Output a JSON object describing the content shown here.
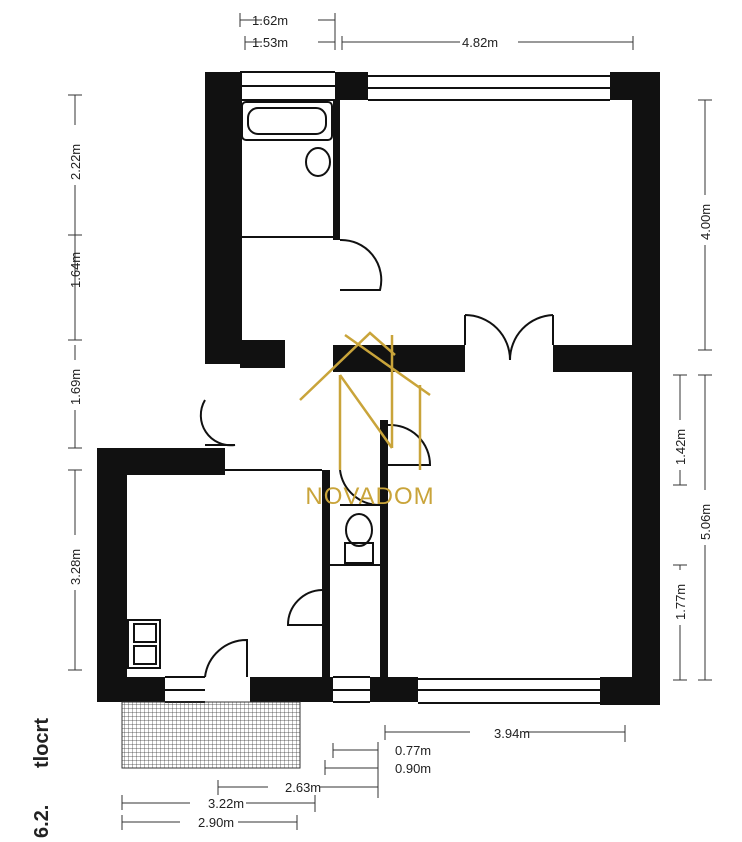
{
  "section": {
    "number": "6.2.",
    "title": "tlocrt"
  },
  "watermark": {
    "brand": "NOVADOM",
    "color": "#c9a43a"
  },
  "dimensions": {
    "top": [
      "1.62m",
      "1.53m",
      "4.82m"
    ],
    "left": [
      "2.22m",
      "1.64m",
      "1.69m",
      "3.28m"
    ],
    "right": [
      "4.00m",
      "1.42m",
      "5.06m",
      "1.77m"
    ],
    "bottom": [
      "3.94m",
      "0.77m",
      "0.90m",
      "2.63m",
      "3.22m",
      "2.90m"
    ]
  },
  "colors": {
    "wall": "#111111",
    "paper": "#ffffff"
  }
}
